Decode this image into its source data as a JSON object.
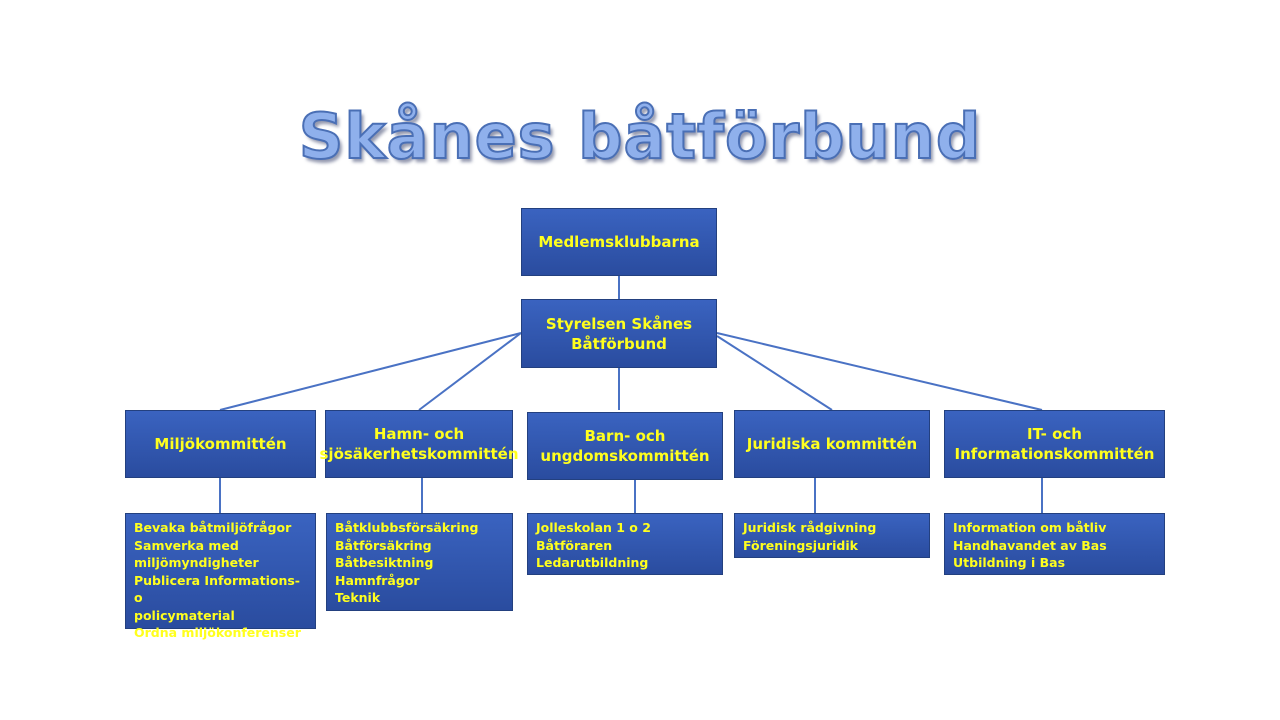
{
  "title": "Skånes båtförbund",
  "top": {
    "label": "Medlemsklubbarna"
  },
  "board": {
    "label": "Styrelsen Skånes\nBåtförbund"
  },
  "committees": [
    {
      "label": "Miljökommittén",
      "items": [
        "Bevaka båtmiljöfrågor",
        "Samverka med",
        "miljömyndigheter",
        "Publicera Informations- o",
        "policymaterial",
        "Ordna miljökonferenser"
      ]
    },
    {
      "label": "Hamn- och\nsjösäkerhetskommittén",
      "items": [
        "Båtklubbsförsäkring",
        "Båtförsäkring",
        "Båtbesiktning",
        "Hamnfrågor",
        "Teknik"
      ]
    },
    {
      "label": "Barn- och\nungdomskommittén",
      "items": [
        "Jolleskolan 1 o 2",
        "Båtföraren",
        "Ledarutbildning"
      ]
    },
    {
      "label": "Juridiska kommittén",
      "items": [
        "Juridisk rådgivning",
        "Föreningsjuridik"
      ]
    },
    {
      "label": "IT- och\nInformationskommittén",
      "items": [
        "Information om båtliv",
        "Handhavandet av Bas",
        "Utbildning i Bas"
      ]
    }
  ],
  "colors": {
    "box_fill": "#2f55ad",
    "box_text": "#ffff1e",
    "connector": "#4a72c4",
    "title_fill": "#8fb0ec"
  }
}
